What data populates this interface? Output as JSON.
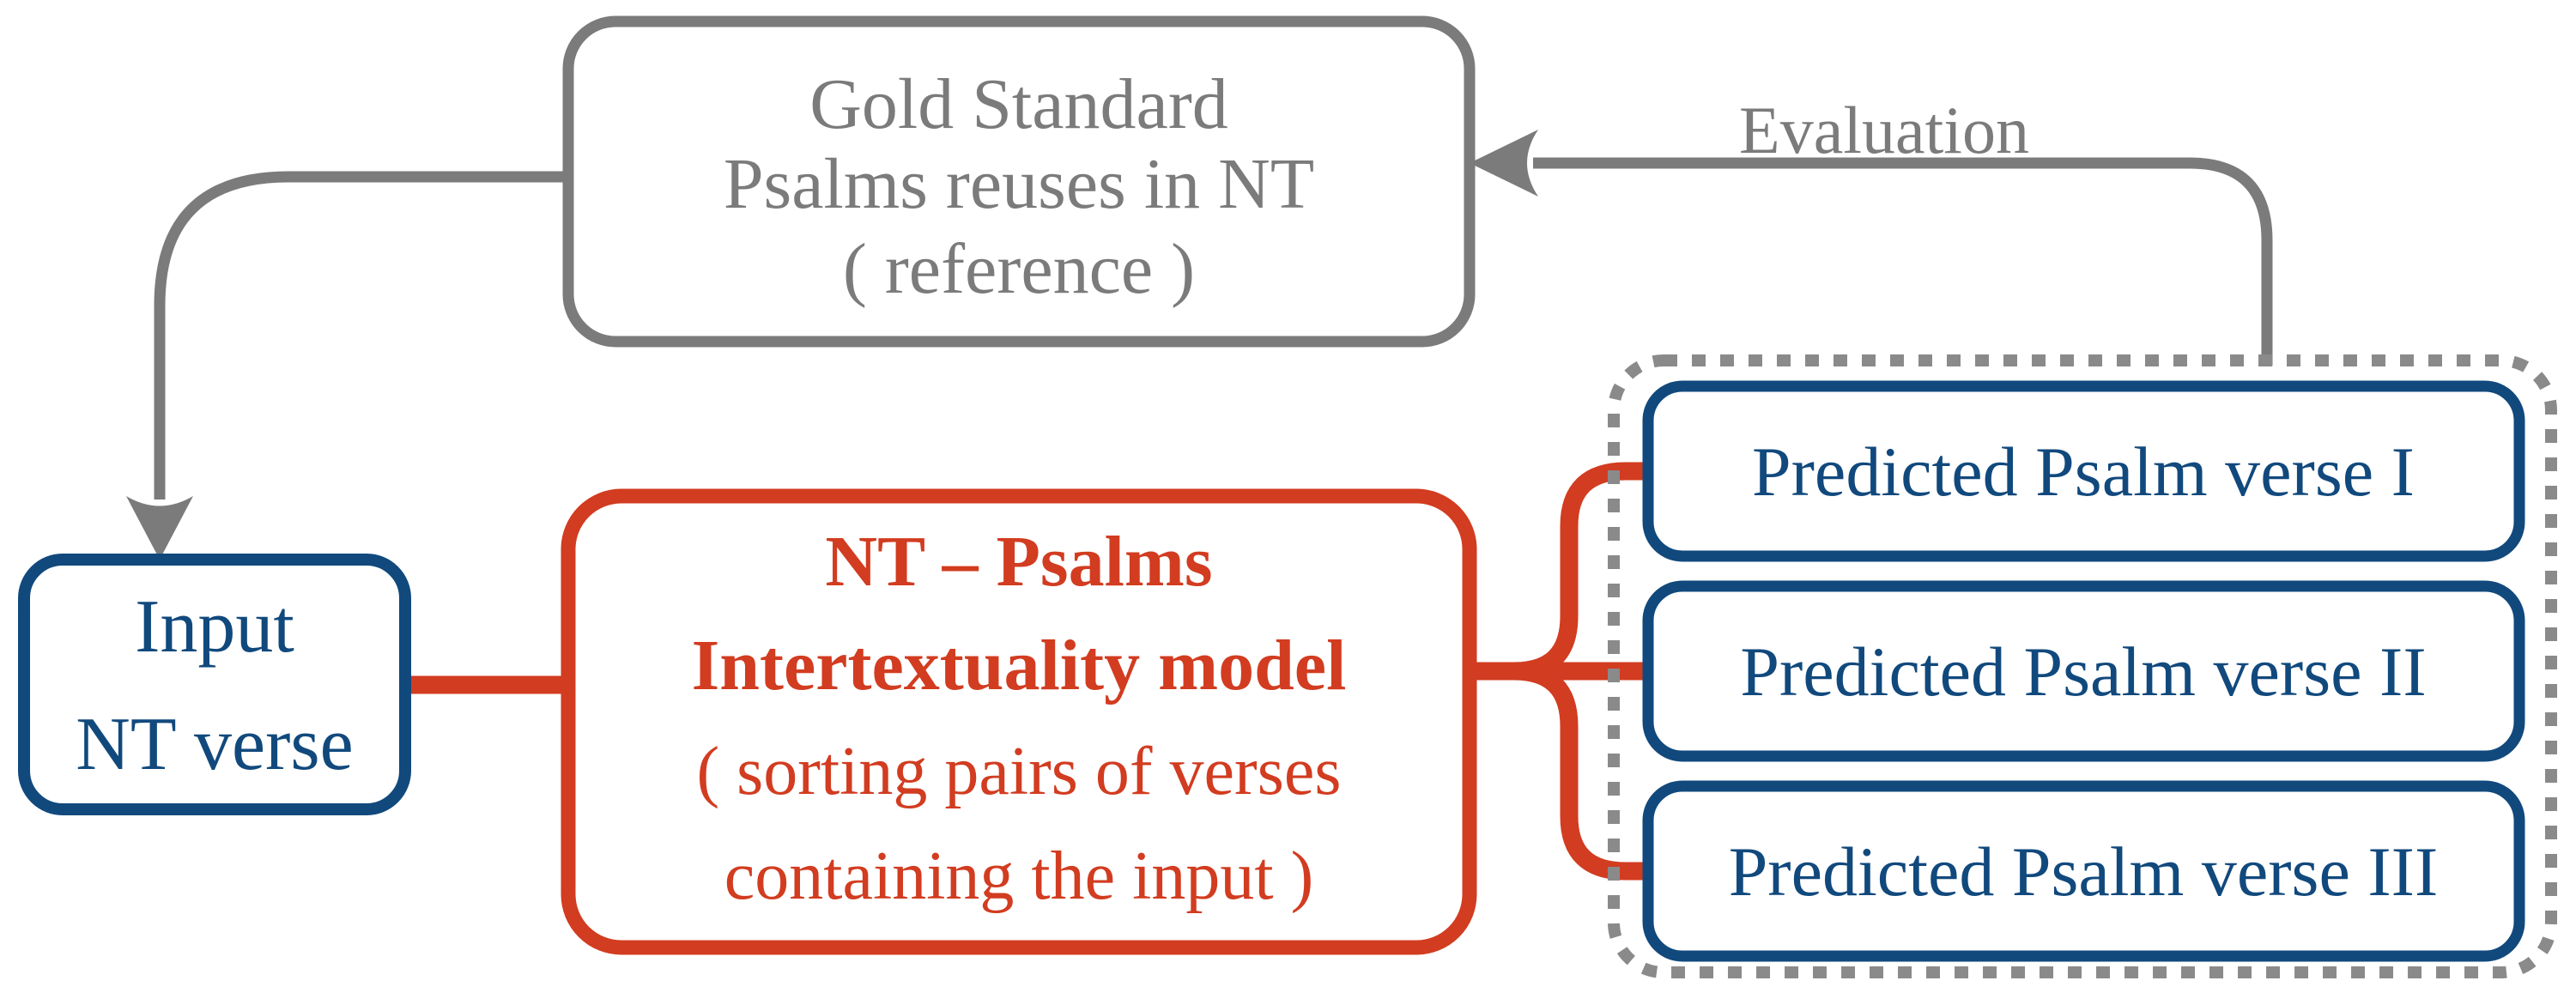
{
  "figure": {
    "description_label": "NT-Psalms intertextuality pipeline diagram"
  },
  "colors": {
    "gray": "#7b7b7b",
    "dotted_gray": "#8a8a8a",
    "blue": "#11497d",
    "red": "#d23c20",
    "background": "#ffffff"
  },
  "gold_box": {
    "line1": "Gold Standard",
    "line2": "Psalms reuses in NT",
    "line3": "( reference )"
  },
  "evaluation_label": "Evaluation",
  "input_box": {
    "line1": "Input",
    "line2": "NT verse"
  },
  "model_box": {
    "title1": "NT – Psalms",
    "title2": "Intertextuality model",
    "sub1": "( sorting pairs of verses",
    "sub2": "containing the input )"
  },
  "predicted_boxes": {
    "box1": "Predicted Psalm verse I",
    "box2": "Predicted Psalm verse II",
    "box3": "Predicted Psalm verse III"
  }
}
